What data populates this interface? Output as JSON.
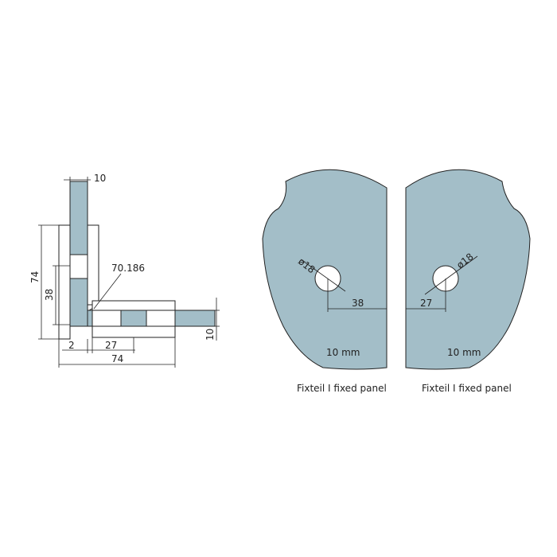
{
  "colors": {
    "glass": "#a3bec8",
    "line": "#222222",
    "background": "#ffffff"
  },
  "side_view": {
    "dim_top": "10",
    "dim_height_outer": "74",
    "dim_height_inner": "38",
    "dim_angle_label": "70.186",
    "dim_right": "10",
    "dim_bottom_small": "2",
    "dim_bottom_mid": "27",
    "dim_bottom_total": "74"
  },
  "left_panel": {
    "hole_dia": "ø18",
    "hole_offset": "38",
    "thickness": "10 mm",
    "caption": "Fixteil I fixed panel"
  },
  "right_panel": {
    "hole_dia": "ø18",
    "hole_offset": "27",
    "thickness": "10 mm",
    "caption": "Fixteil I fixed panel"
  }
}
